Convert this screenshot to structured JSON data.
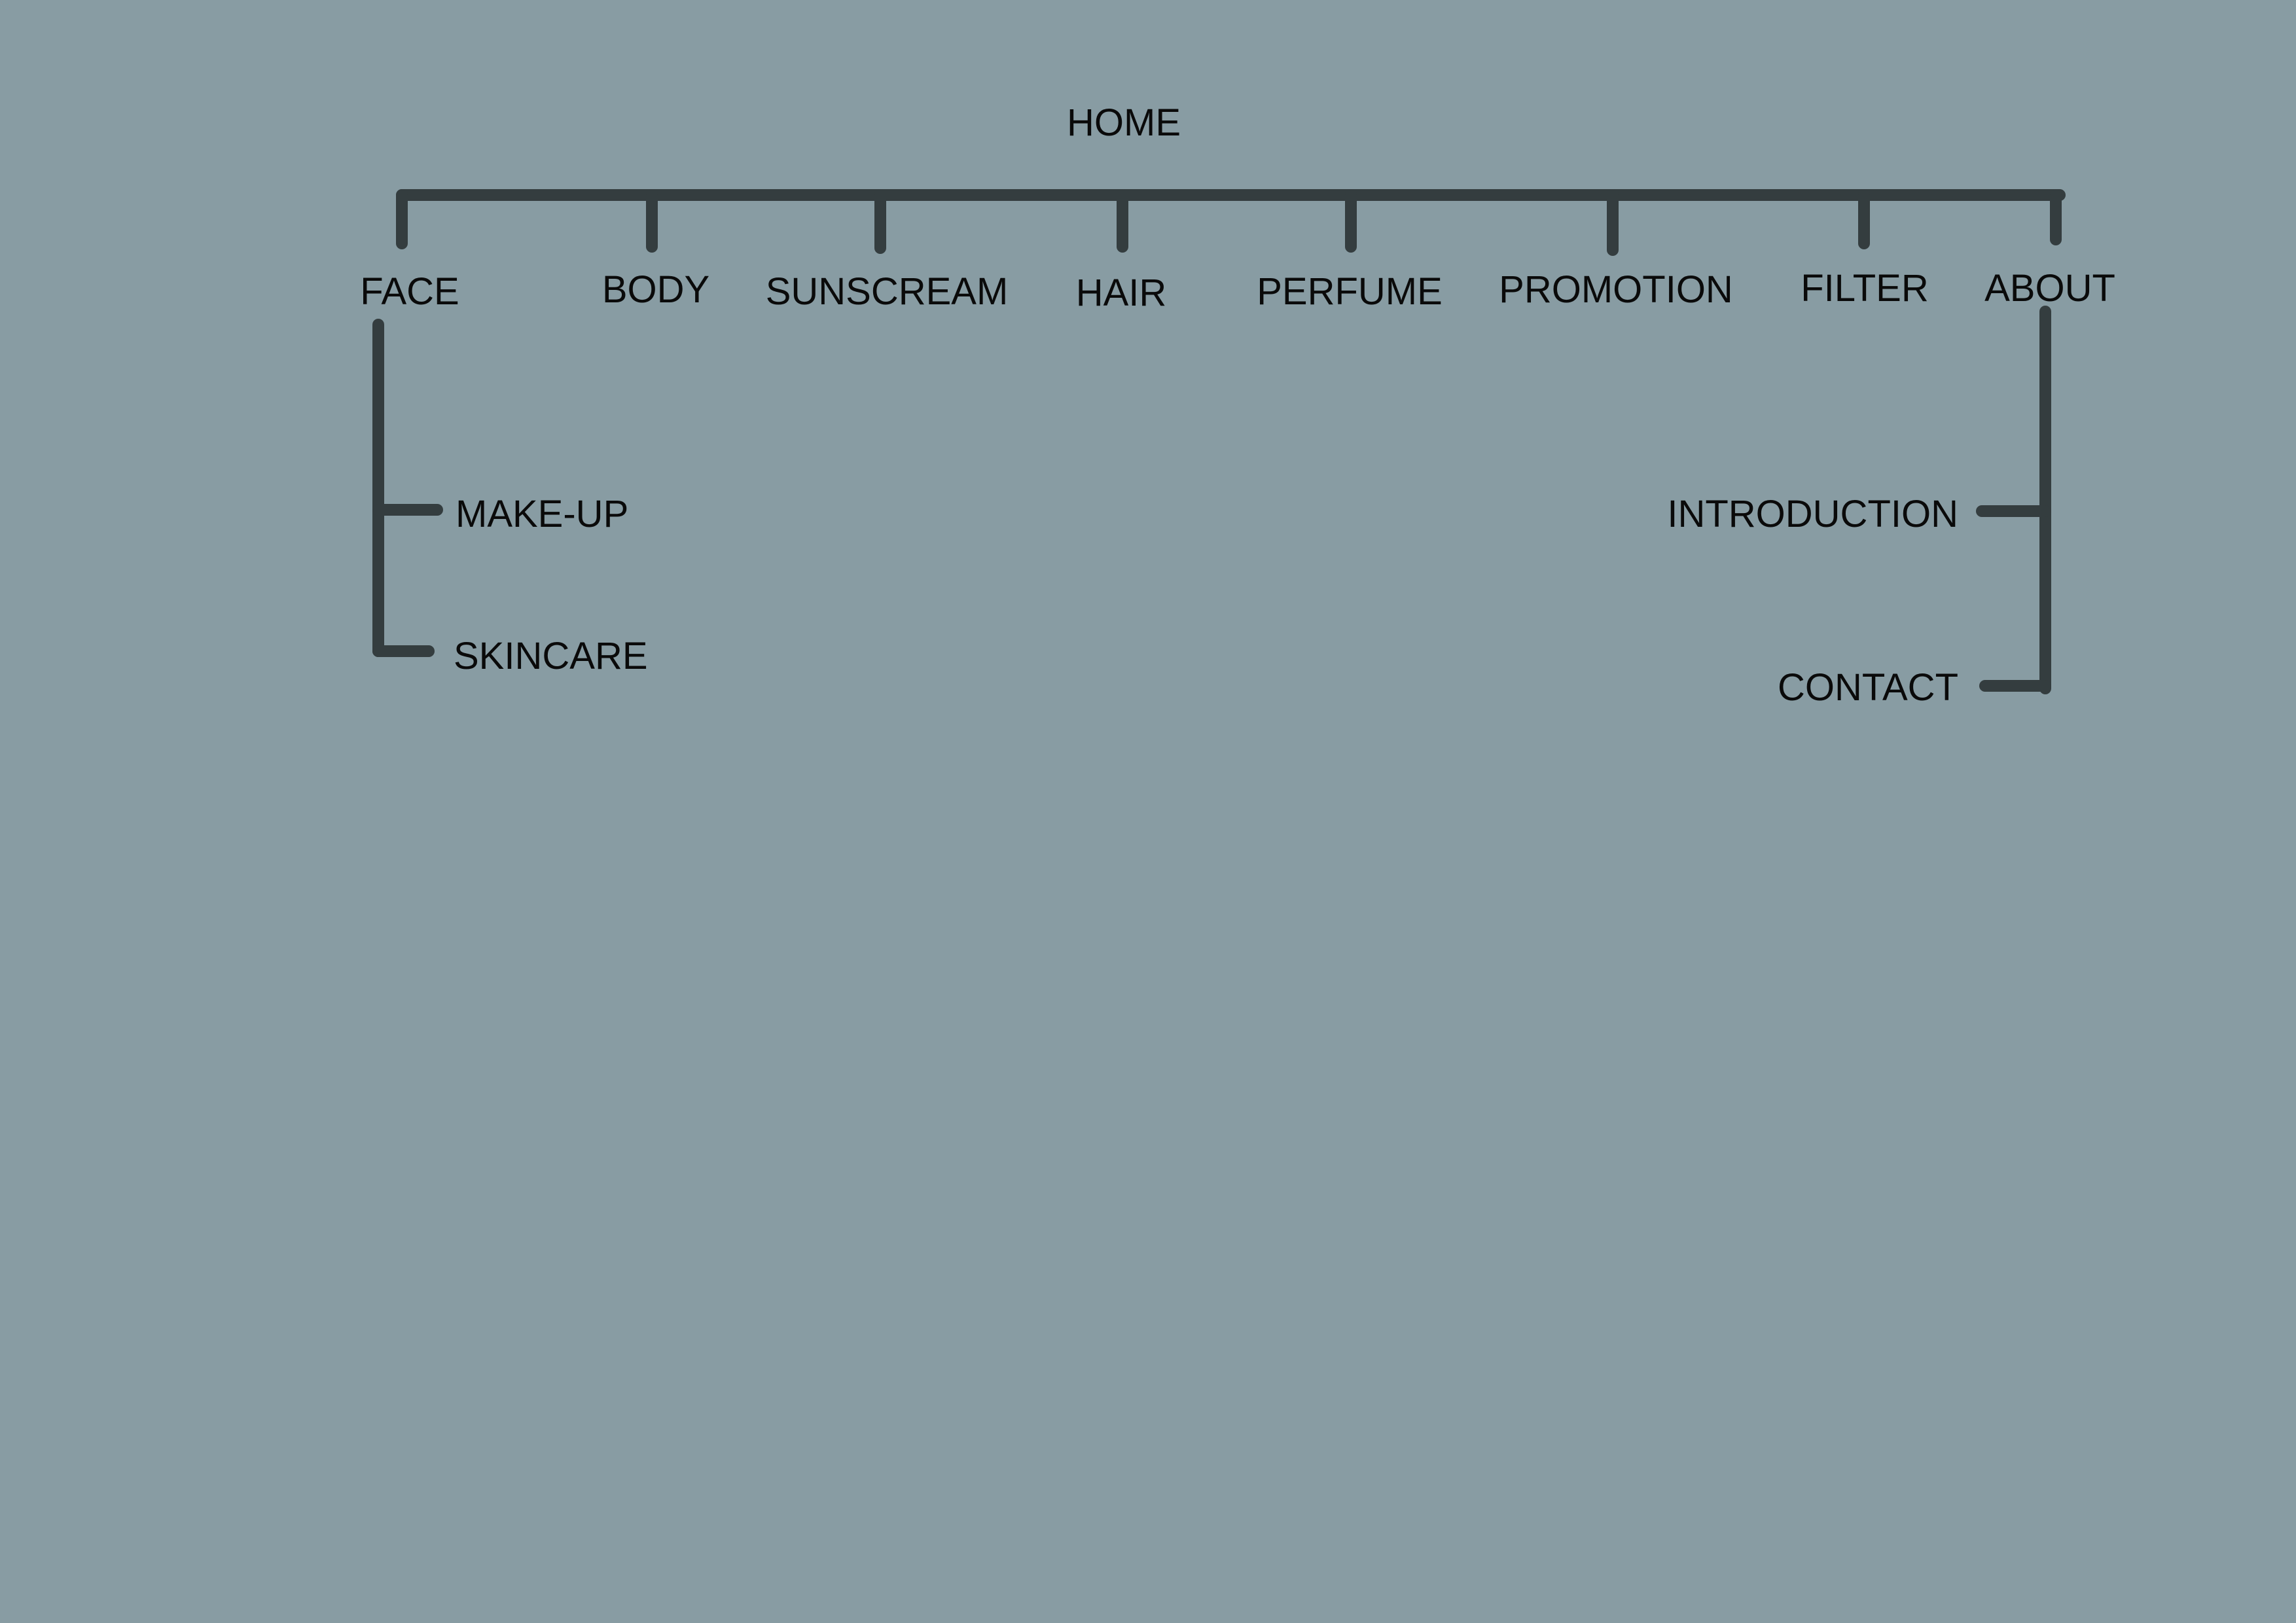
{
  "sitemap": {
    "root": "HOME",
    "sections": [
      "FACE",
      "BODY",
      "SUNSCREAM",
      "HAIR",
      "PERFUME",
      "PROMOTION",
      "FILTER",
      "ABOUT"
    ],
    "face_children": [
      "MAKE-UP",
      "SKINCARE"
    ],
    "about_children": [
      "INTRODUCTION",
      "CONTACT"
    ]
  },
  "colors": {
    "background": "#889ca3",
    "connector": "#343d3f",
    "text": "#0a0a0a"
  }
}
